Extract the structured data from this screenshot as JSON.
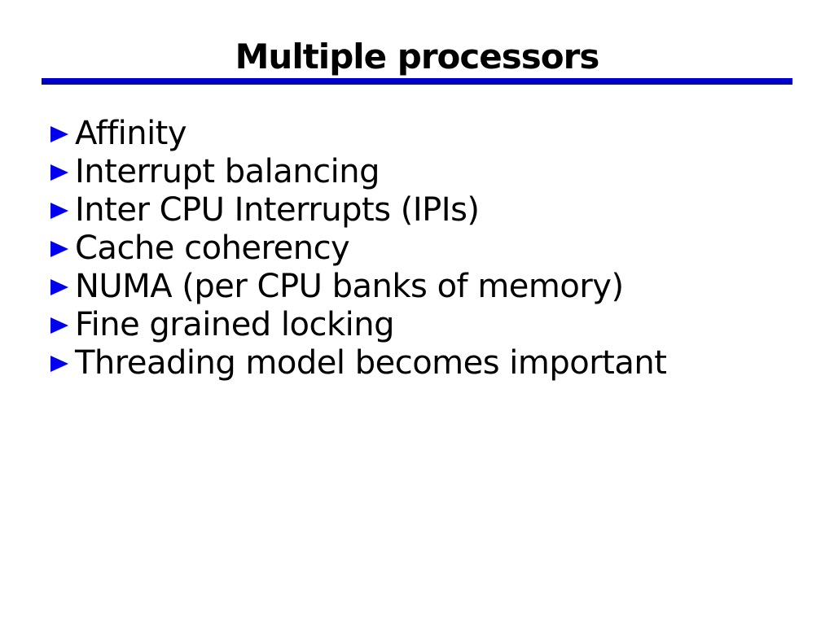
{
  "slide": {
    "title": "Multiple processors",
    "bullets": [
      "Affinity",
      "Interrupt balancing",
      "Inter CPU Interrupts (IPIs)",
      "Cache coherency",
      "NUMA (per CPU banks of memory)",
      "Fine grained locking",
      "Threading model becomes important"
    ],
    "colors": {
      "bullet_blue": "#0000ee",
      "rule_blue_top": "#0000dd",
      "rule_blue_bottom": "#000099",
      "text_black": "#000000",
      "background_white": "#ffffff"
    }
  }
}
